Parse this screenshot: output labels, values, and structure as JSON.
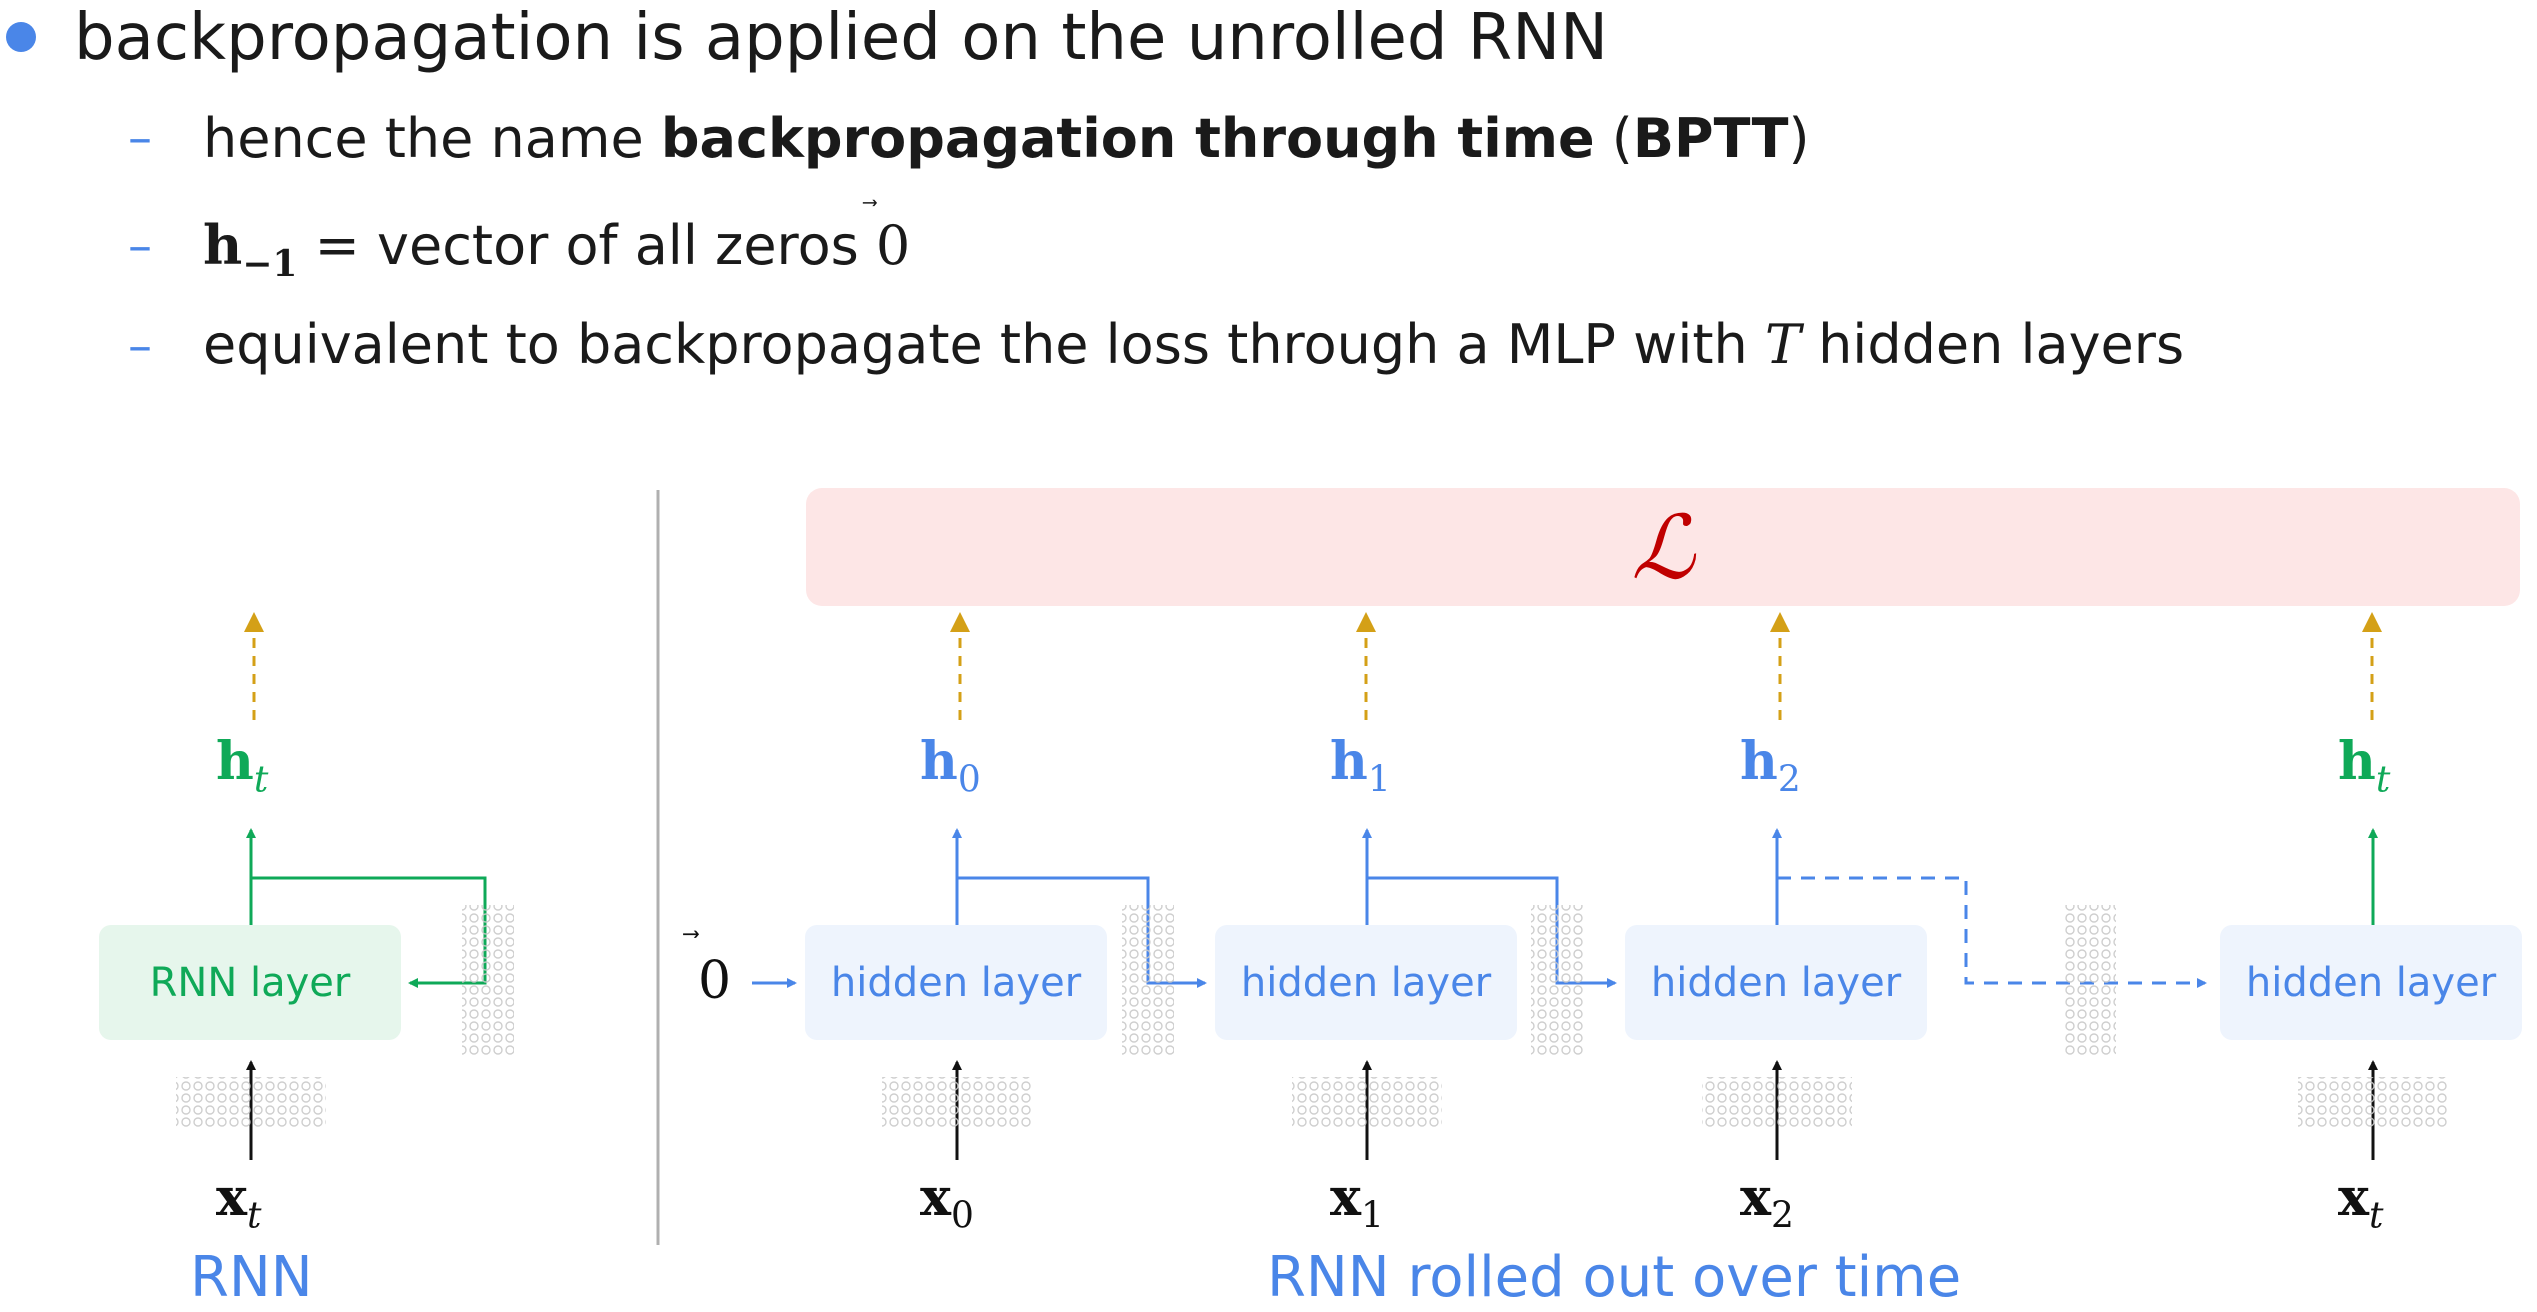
{
  "bullet": {
    "text": "backpropagation is applied on the unrolled RNN",
    "subs": [
      {
        "pre": "hence the name ",
        "bold": "backpropagation through time",
        "mid": " (",
        "bold2": "BPTT",
        "post": ")"
      },
      {
        "math_bold": "h",
        "math_sub": "−1",
        "text": " = vector of all zeros ",
        "math_vec": "0"
      },
      {
        "text": "equivalent to backpropagate the loss through a MLP with ",
        "math_var": "T",
        "post": " hidden layers"
      }
    ]
  },
  "diagram": {
    "loss_symbol": "ℒ",
    "left": {
      "box_label": "RNN layer",
      "output_var": "h",
      "output_sub": "t",
      "input_var": "x",
      "input_sub": "t",
      "caption": "RNN"
    },
    "right": {
      "initial_state": "0",
      "steps": [
        {
          "box_label": "hidden layer",
          "output_var": "h",
          "output_sub": "0",
          "input_var": "x",
          "input_sub": "0"
        },
        {
          "box_label": "hidden layer",
          "output_var": "h",
          "output_sub": "1",
          "input_var": "x",
          "input_sub": "1"
        },
        {
          "box_label": "hidden layer",
          "output_var": "h",
          "output_sub": "2",
          "input_var": "x",
          "input_sub": "2"
        },
        {
          "box_label": "hidden layer",
          "output_var": "h",
          "output_sub": "t",
          "input_var": "x",
          "input_sub": "t"
        }
      ],
      "caption": "RNN rolled out over time"
    },
    "colors": {
      "blue": "#4a86e8",
      "green": "#0fa958",
      "gold": "#d4a017",
      "loss_fill": "#fde6e6",
      "loss_text": "#c00000",
      "divider": "#b0b0b0"
    }
  }
}
